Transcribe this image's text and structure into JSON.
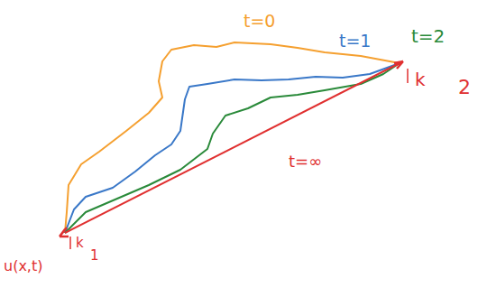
{
  "diagram": {
    "labels": [
      "t=0",
      "t=1",
      "t=2",
      "k",
      "2",
      "t=∞",
      "u(x,t)",
      "k",
      "1"
    ]
  }
}
